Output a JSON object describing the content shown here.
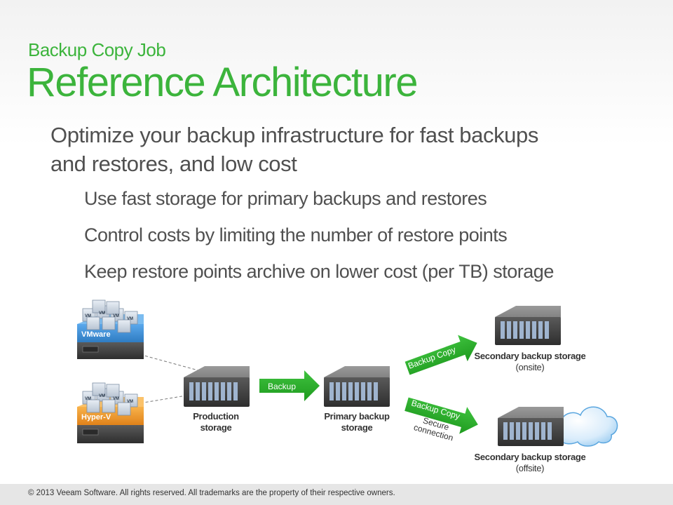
{
  "header": {
    "subtitle": "Backup Copy Job",
    "title": "Reference Architecture"
  },
  "bullets": {
    "main": "Optimize your backup infrastructure for fast backups and restores, and low cost",
    "sub": [
      "Use fast storage for primary backups and restores",
      "Control costs by limiting the number of restore points",
      "Keep restore points archive on lower cost (per TB) storage"
    ]
  },
  "diagram": {
    "vmware_label": "VMware",
    "hyperv_label": "Hyper-V",
    "vm_label": "VM",
    "production": "Production storage",
    "primary": "Primary backup storage",
    "backup_arrow": "Backup",
    "copy_arrow_1": "Backup Copy",
    "copy_arrow_2": "Backup Copy",
    "secure": "Secure connection",
    "secondary_onsite_bold": "Secondary backup storage",
    "secondary_onsite_thin": "(onsite)",
    "secondary_offsite_bold": "Secondary backup storage",
    "secondary_offsite_thin": "(offsite)"
  },
  "colors": {
    "green": "#3cb43c",
    "text": "#505050",
    "vmware_blue": "#3d8fd6",
    "hyperv_orange": "#f0962a"
  },
  "footer": {
    "copyright": "© 2013 Veeam Software. All rights reserved. All trademarks are the property of their respective owners."
  }
}
